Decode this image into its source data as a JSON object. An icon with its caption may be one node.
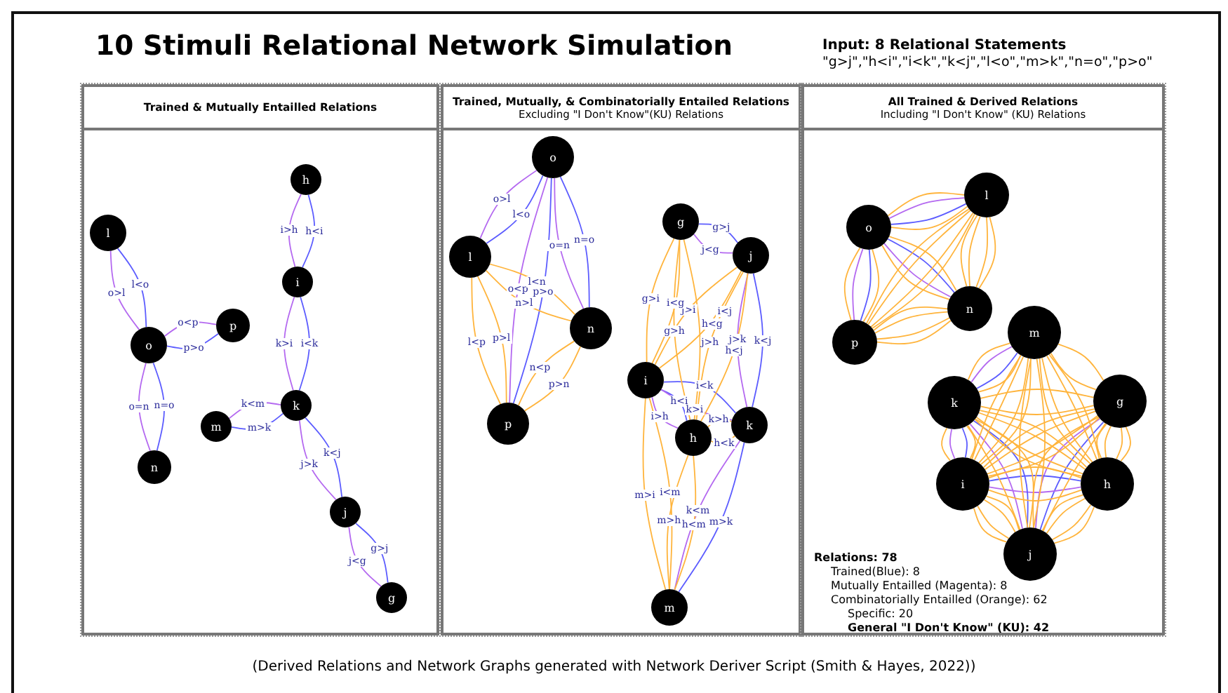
{
  "diagram": {
    "title": "10 Stimuli Relational Network Simulation",
    "caption": "(Derived Relations and Network Graphs generated with Network Deriver Script (Smith & Hayes, 2022))",
    "nodes": [
      {
        "text": [
          "Trained & Mutually Entailled Relations"
        ]
      },
      {
        "text": [
          "h"
        ],
        "in": 0
      },
      {
        "text": [
          "l"
        ],
        "in": 0
      },
      {
        "text": [
          "i"
        ],
        "in": 0
      },
      {
        "text": [
          "p"
        ],
        "in": 0
      },
      {
        "text": [
          "o"
        ],
        "in": 0
      },
      {
        "text": [
          "k"
        ],
        "in": 0
      },
      {
        "text": [
          "m"
        ],
        "in": 0
      },
      {
        "text": [
          "n"
        ],
        "in": 0
      },
      {
        "text": [
          "j"
        ],
        "in": 0
      },
      {
        "text": [
          "g"
        ],
        "in": 0
      },
      {
        "text": [
          "Trained, Mutually, & Combinatorially Entailed Relations",
          "Excluding \"I Don't Know\"(KU) Relations"
        ]
      },
      {
        "text": [
          "o"
        ],
        "in": 11
      },
      {
        "text": [
          "g"
        ],
        "in": 11
      },
      {
        "text": [
          "l"
        ],
        "in": 11
      },
      {
        "text": [
          "j"
        ],
        "in": 11
      },
      {
        "text": [
          "n"
        ],
        "in": 11
      },
      {
        "text": [
          "i"
        ],
        "in": 11
      },
      {
        "text": [
          "p"
        ],
        "in": 11
      },
      {
        "text": [
          "k"
        ],
        "in": 11
      },
      {
        "text": [
          "h"
        ],
        "in": 11
      },
      {
        "text": [
          "m"
        ],
        "in": 11
      },
      {
        "text": [
          "All Trained & Derived Relations",
          "Including \"I Don't Know\" (KU) Relations"
        ]
      },
      {
        "text": [
          "l"
        ],
        "in": 22
      },
      {
        "text": [
          "o"
        ],
        "in": 22
      },
      {
        "text": [
          "n"
        ],
        "in": 22
      },
      {
        "text": [
          "p"
        ],
        "in": 22
      },
      {
        "text": [
          "m"
        ],
        "in": 22
      },
      {
        "text": [
          "k"
        ],
        "in": 22
      },
      {
        "text": [
          "g"
        ],
        "in": 22
      },
      {
        "text": [
          "i"
        ],
        "in": 22
      },
      {
        "text": [
          "h"
        ],
        "in": 22
      },
      {
        "text": [
          "j"
        ],
        "in": 22
      }
    ],
    "edges": [
      {
        "from": 2,
        "to": 5,
        "arrow": "none",
        "label": "l<o",
        "color": "#5c5cff"
      },
      {
        "from": 5,
        "to": 2,
        "arrow": "none",
        "label": "o>l",
        "color": "#b469f0"
      },
      {
        "from": 4,
        "to": 5,
        "arrow": "none",
        "label": "p>o",
        "color": "#5c5cff"
      },
      {
        "from": 5,
        "to": 4,
        "arrow": "none",
        "label": "o<p",
        "color": "#b469f0"
      },
      {
        "from": 8,
        "to": 5,
        "arrow": "none",
        "label": "n=o",
        "color": "#5c5cff"
      },
      {
        "from": 5,
        "to": 8,
        "arrow": "none",
        "label": "o=n",
        "color": "#b469f0"
      },
      {
        "from": 1,
        "to": 3,
        "arrow": "none",
        "label": "h<i",
        "color": "#5c5cff"
      },
      {
        "from": 3,
        "to": 1,
        "arrow": "none",
        "label": "i>h",
        "color": "#b469f0"
      },
      {
        "from": 3,
        "to": 6,
        "arrow": "none",
        "label": "i<k",
        "color": "#5c5cff"
      },
      {
        "from": 6,
        "to": 3,
        "arrow": "none",
        "label": "k>i",
        "color": "#b469f0"
      },
      {
        "from": 7,
        "to": 6,
        "arrow": "none",
        "label": "m>k",
        "color": "#5c5cff"
      },
      {
        "from": 6,
        "to": 7,
        "arrow": "none",
        "label": "k<m",
        "color": "#b469f0"
      },
      {
        "from": 6,
        "to": 9,
        "arrow": "none",
        "label": "k<j",
        "color": "#5c5cff"
      },
      {
        "from": 9,
        "to": 6,
        "arrow": "none",
        "label": "j>k",
        "color": "#b469f0"
      },
      {
        "from": 10,
        "to": 9,
        "arrow": "none",
        "label": "g>j",
        "color": "#5c5cff"
      },
      {
        "from": 9,
        "to": 10,
        "arrow": "none",
        "label": "j<g",
        "color": "#b469f0"
      },
      {
        "from": 14,
        "to": 12,
        "arrow": "none",
        "label": "l<o",
        "color": "#5c5cff"
      },
      {
        "from": 12,
        "to": 14,
        "arrow": "none",
        "label": "o>l",
        "color": "#b469f0"
      },
      {
        "from": 16,
        "to": 12,
        "arrow": "none",
        "label": "n=o",
        "color": "#5c5cff"
      },
      {
        "from": 12,
        "to": 16,
        "arrow": "none",
        "label": "o=n",
        "color": "#b469f0"
      },
      {
        "from": 18,
        "to": 12,
        "arrow": "none",
        "label": "p>o",
        "color": "#5c5cff"
      },
      {
        "from": 12,
        "to": 18,
        "arrow": "none",
        "label": "o<p",
        "color": "#b469f0"
      },
      {
        "from": 14,
        "to": 16,
        "arrow": "none",
        "label": "l<n"
      },
      {
        "from": 16,
        "to": 14,
        "arrow": "none",
        "label": "n>l"
      },
      {
        "from": 18,
        "to": 14,
        "arrow": "none",
        "label": "p>l"
      },
      {
        "from": 14,
        "to": 18,
        "arrow": "none",
        "label": "l<p"
      },
      {
        "from": 18,
        "to": 16,
        "arrow": "none",
        "label": "p>n"
      },
      {
        "from": 16,
        "to": 18,
        "arrow": "none",
        "label": "n<p"
      },
      {
        "from": 13,
        "to": 15,
        "arrow": "none",
        "label": "g>j",
        "color": "#5c5cff"
      },
      {
        "from": 15,
        "to": 13,
        "arrow": "none",
        "label": "j<g",
        "color": "#b469f0"
      },
      {
        "from": 20,
        "to": 17,
        "arrow": "none",
        "label": "h<i",
        "color": "#5c5cff"
      },
      {
        "from": 17,
        "to": 20,
        "arrow": "none",
        "label": "i>h",
        "color": "#b469f0"
      },
      {
        "from": 17,
        "to": 19,
        "arrow": "none",
        "label": "i<k",
        "color": "#5c5cff"
      },
      {
        "from": 19,
        "to": 17,
        "arrow": "none",
        "label": "k>i",
        "color": "#b469f0"
      },
      {
        "from": 21,
        "to": 19,
        "arrow": "none",
        "label": "m>k",
        "color": "#5c5cff"
      },
      {
        "from": 19,
        "to": 21,
        "arrow": "none",
        "label": "k<m",
        "color": "#b469f0"
      },
      {
        "from": 19,
        "to": 15,
        "arrow": "none",
        "label": "k<j",
        "color": "#5c5cff"
      },
      {
        "from": 15,
        "to": 19,
        "arrow": "none",
        "label": "j>k",
        "color": "#b469f0"
      },
      {
        "from": 17,
        "to": 15,
        "arrow": "none",
        "label": "i<j"
      },
      {
        "from": 15,
        "to": 17,
        "arrow": "none",
        "label": "j>i"
      },
      {
        "from": 17,
        "to": 13,
        "arrow": "none",
        "label": "i<g"
      },
      {
        "from": 13,
        "to": 17,
        "arrow": "none",
        "label": "g>i"
      },
      {
        "from": 20,
        "to": 15,
        "arrow": "none",
        "label": "h<j"
      },
      {
        "from": 15,
        "to": 20,
        "arrow": "none",
        "label": "j>h"
      },
      {
        "from": 20,
        "to": 13,
        "arrow": "none",
        "label": "h<g"
      },
      {
        "from": 13,
        "to": 20,
        "arrow": "none",
        "label": "g>h"
      },
      {
        "from": 20,
        "to": 19,
        "arrow": "none",
        "label": "h<k"
      },
      {
        "from": 19,
        "to": 20,
        "arrow": "none",
        "label": "k>h"
      },
      {
        "from": 17,
        "to": 21,
        "arrow": "none",
        "label": "i<m"
      },
      {
        "from": 21,
        "to": 17,
        "arrow": "none",
        "label": "m>i"
      },
      {
        "from": 20,
        "to": 21,
        "arrow": "none",
        "label": "h<m"
      },
      {
        "from": 21,
        "to": 20,
        "arrow": "none",
        "label": "m>h"
      },
      {
        "from": 23,
        "to": 24,
        "arrow": "none",
        "color": "#5c5cff"
      },
      {
        "from": 24,
        "to": 23,
        "arrow": "none",
        "color": "#b469f0"
      },
      {
        "from": 25,
        "to": 24,
        "arrow": "none",
        "color": "#5c5cff"
      },
      {
        "from": 24,
        "to": 25,
        "arrow": "none",
        "color": "#b469f0"
      },
      {
        "from": 26,
        "to": 24,
        "arrow": "none",
        "color": "#5c5cff"
      },
      {
        "from": 24,
        "to": 26,
        "arrow": "none",
        "color": "#b469f0"
      },
      {
        "from": 23,
        "to": 25,
        "arrow": "none"
      },
      {
        "from": 25,
        "to": 23,
        "arrow": "none"
      },
      {
        "from": 26,
        "to": 23,
        "arrow": "none"
      },
      {
        "from": 23,
        "to": 26,
        "arrow": "none"
      },
      {
        "from": 26,
        "to": 25,
        "arrow": "none"
      },
      {
        "from": 25,
        "to": 26,
        "arrow": "none"
      },
      {
        "from": 29,
        "to": 32,
        "arrow": "none",
        "color": "#5c5cff"
      },
      {
        "from": 32,
        "to": 29,
        "arrow": "none",
        "color": "#b469f0"
      },
      {
        "from": 31,
        "to": 30,
        "arrow": "none",
        "color": "#5c5cff"
      },
      {
        "from": 30,
        "to": 31,
        "arrow": "none",
        "color": "#b469f0"
      },
      {
        "from": 30,
        "to": 28,
        "arrow": "none",
        "color": "#5c5cff"
      },
      {
        "from": 28,
        "to": 30,
        "arrow": "none",
        "color": "#b469f0"
      },
      {
        "from": 27,
        "to": 28,
        "arrow": "none",
        "color": "#5c5cff"
      },
      {
        "from": 28,
        "to": 27,
        "arrow": "none",
        "color": "#b469f0"
      },
      {
        "from": 28,
        "to": 32,
        "arrow": "none",
        "color": "#5c5cff"
      },
      {
        "from": 32,
        "to": 28,
        "arrow": "none",
        "color": "#b469f0"
      },
      {
        "from": 30,
        "to": 32,
        "arrow": "none"
      },
      {
        "from": 32,
        "to": 30,
        "arrow": "none"
      },
      {
        "from": 30,
        "to": 29,
        "arrow": "none"
      },
      {
        "from": 29,
        "to": 30,
        "arrow": "none"
      },
      {
        "from": 31,
        "to": 32,
        "arrow": "none"
      },
      {
        "from": 32,
        "to": 31,
        "arrow": "none"
      },
      {
        "from": 31,
        "to": 29,
        "arrow": "none"
      },
      {
        "from": 29,
        "to": 31,
        "arrow": "none"
      },
      {
        "from": 31,
        "to": 28,
        "arrow": "none"
      },
      {
        "from": 28,
        "to": 31,
        "arrow": "none"
      },
      {
        "from": 30,
        "to": 27,
        "arrow": "none"
      },
      {
        "from": 27,
        "to": 30,
        "arrow": "none"
      },
      {
        "from": 31,
        "to": 27,
        "arrow": "none"
      },
      {
        "from": 27,
        "to": 31,
        "arrow": "none"
      },
      {
        "from": 23,
        "to": 24,
        "arrow": "none"
      },
      {
        "from": 24,
        "to": 23,
        "arrow": "none"
      },
      {
        "from": 23,
        "to": 25,
        "arrow": "none"
      },
      {
        "from": 25,
        "to": 23,
        "arrow": "none"
      },
      {
        "from": 23,
        "to": 26,
        "arrow": "none"
      },
      {
        "from": 26,
        "to": 23,
        "arrow": "none"
      },
      {
        "from": 24,
        "to": 25,
        "arrow": "none"
      },
      {
        "from": 25,
        "to": 24,
        "arrow": "none"
      },
      {
        "from": 24,
        "to": 26,
        "arrow": "none"
      },
      {
        "from": 26,
        "to": 24,
        "arrow": "none"
      },
      {
        "from": 25,
        "to": 26,
        "arrow": "none"
      },
      {
        "from": 26,
        "to": 25,
        "arrow": "none"
      },
      {
        "from": 27,
        "to": 28,
        "arrow": "none"
      },
      {
        "from": 28,
        "to": 27,
        "arrow": "none"
      },
      {
        "from": 27,
        "to": 29,
        "arrow": "none"
      },
      {
        "from": 29,
        "to": 27,
        "arrow": "none"
      },
      {
        "from": 27,
        "to": 30,
        "arrow": "none"
      },
      {
        "from": 30,
        "to": 27,
        "arrow": "none"
      },
      {
        "from": 27,
        "to": 31,
        "arrow": "none"
      },
      {
        "from": 31,
        "to": 27,
        "arrow": "none"
      },
      {
        "from": 27,
        "to": 32,
        "arrow": "none"
      },
      {
        "from": 32,
        "to": 27,
        "arrow": "none"
      },
      {
        "from": 28,
        "to": 29,
        "arrow": "none"
      },
      {
        "from": 29,
        "to": 28,
        "arrow": "none"
      },
      {
        "from": 28,
        "to": 30,
        "arrow": "none"
      },
      {
        "from": 30,
        "to": 28,
        "arrow": "none"
      },
      {
        "from": 28,
        "to": 31,
        "arrow": "none"
      },
      {
        "from": 31,
        "to": 28,
        "arrow": "none"
      },
      {
        "from": 28,
        "to": 32,
        "arrow": "none"
      },
      {
        "from": 32,
        "to": 28,
        "arrow": "none"
      },
      {
        "from": 29,
        "to": 30,
        "arrow": "none"
      },
      {
        "from": 30,
        "to": 29,
        "arrow": "none"
      },
      {
        "from": 29,
        "to": 31,
        "arrow": "none"
      },
      {
        "from": 31,
        "to": 29,
        "arrow": "none"
      },
      {
        "from": 29,
        "to": 32,
        "arrow": "none"
      },
      {
        "from": 32,
        "to": 29,
        "arrow": "none"
      },
      {
        "from": 30,
        "to": 31,
        "arrow": "none"
      },
      {
        "from": 31,
        "to": 30,
        "arrow": "none"
      },
      {
        "from": 30,
        "to": 32,
        "arrow": "none"
      },
      {
        "from": 32,
        "to": 30,
        "arrow": "none"
      },
      {
        "from": 31,
        "to": 32,
        "arrow": "none"
      },
      {
        "from": 32,
        "to": 31,
        "arrow": "none"
      }
    ],
    "labels": [
      "Input: 8 Relational Statements",
      "\"g>j\",\"h<i\",\"i<k\",\"k<j\",\"l<o\",\"m>k\",\"n=o\",\"p>o\"",
      "Relations: 78",
      "Trained(Blue): 8",
      "Mutually Entailled (Magenta): 8",
      "Combinatorially Entailled (Orange): 62",
      "Specific: 20",
      "General \"I Don't Know\" (KU): 42"
    ]
  }
}
